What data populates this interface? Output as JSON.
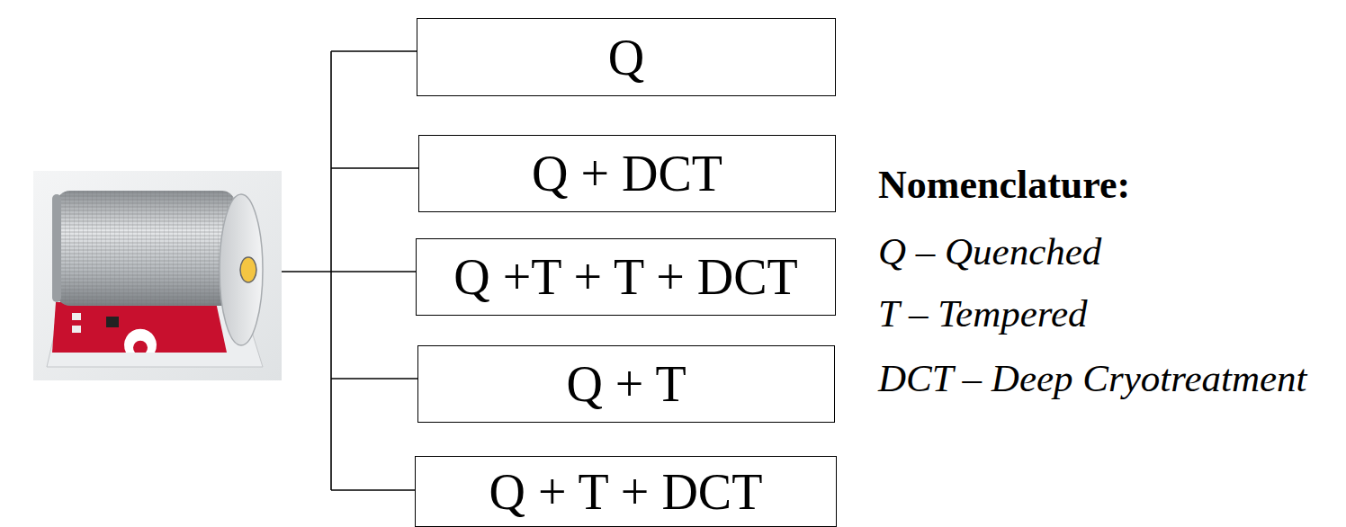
{
  "diagram": {
    "nodes": [
      {
        "text": [
          "Q"
        ]
      },
      {
        "text": [
          "Q + DCT"
        ]
      },
      {
        "text": [
          "Q +T + T + DCT"
        ]
      },
      {
        "text": [
          "Q + T"
        ]
      },
      {
        "text": [
          "Q + T + DCT"
        ]
      }
    ],
    "labels": [
      "Nomenclature:",
      "Q – Quenched",
      "T – Tempered",
      "DCT – Deep Cryotreatment"
    ]
  }
}
